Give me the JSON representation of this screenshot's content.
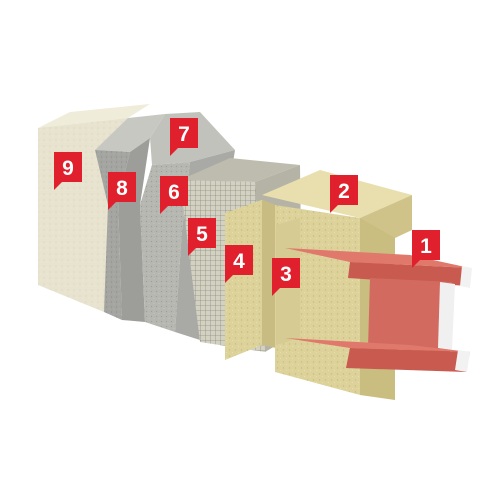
{
  "colors": {
    "background": "#ffffff",
    "marker": "#e0202c",
    "marker_text": "#ffffff",
    "steel_beam": "#d9695f",
    "mineral_wool": "#dcd29a",
    "mesh": "#c8c6b6",
    "render_coat": "#b9b9b4",
    "base_plaster": "#a9a9a6",
    "finish_plaster": "#e7e3cf"
  },
  "markers": [
    {
      "label": "1"
    },
    {
      "label": "2"
    },
    {
      "label": "3"
    },
    {
      "label": "4"
    },
    {
      "label": "5"
    },
    {
      "label": "6"
    },
    {
      "label": "7"
    },
    {
      "label": "8"
    },
    {
      "label": "9"
    }
  ]
}
